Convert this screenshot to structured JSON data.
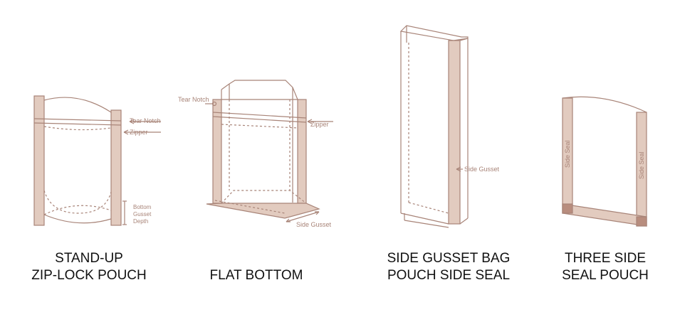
{
  "colors": {
    "outline": "#a88478",
    "seal_fill": "#e2cbbf",
    "seal_dark": "#b88d7e",
    "caption_text": "#111111",
    "label_text": "#a88478"
  },
  "pouches": [
    {
      "id": "stand-up",
      "caption_line1": "STAND-UP",
      "caption_line2": "ZIP-LOCK POUCH",
      "labels": {
        "tear_notch": "Tear Notch",
        "zipper": "Zipper",
        "bottom": "Bottom",
        "gusset": "Gusset",
        "depth": "Depth"
      }
    },
    {
      "id": "flat-bottom",
      "caption_line1": "FLAT BOTTOM",
      "caption_line2": "",
      "labels": {
        "tear_notch": "Tear Notch",
        "zipper": "Zipper",
        "side_gusset": "Side Gusset"
      }
    },
    {
      "id": "side-gusset",
      "caption_line1": "SIDE GUSSET BAG",
      "caption_line2": "POUCH SIDE SEAL",
      "labels": {
        "side_gusset": "Side Gusset"
      }
    },
    {
      "id": "three-side",
      "caption_line1": "THREE SIDE",
      "caption_line2": "SEAL POUCH",
      "labels": {
        "side_seal_left": "Side Seal",
        "side_seal_right": "Side Seal"
      }
    }
  ]
}
